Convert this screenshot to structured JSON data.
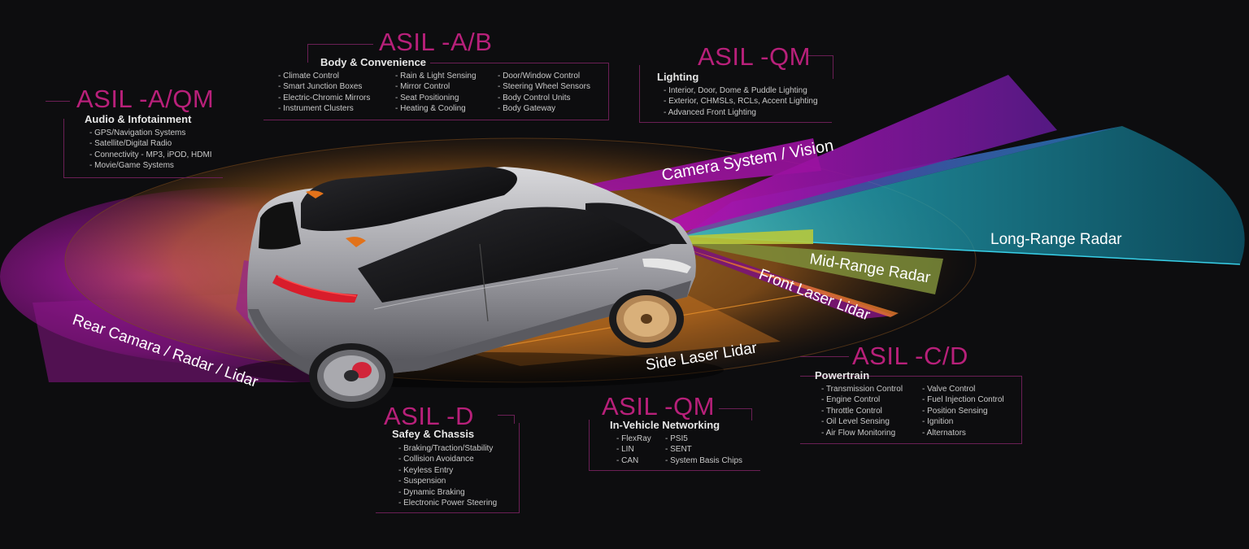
{
  "zones": {
    "camera": "Camera System / Vision",
    "long_range_radar": "Long-Range Radar",
    "mid_range_radar": "Mid-Range Radar",
    "front_laser_lidar": "Front Laser Lidar",
    "side_laser_lidar": "Side Laser Lidar",
    "rear": "Rear Camara / Radar / Lidar"
  },
  "groups": {
    "audio": {
      "asil": "ASIL -A/QM",
      "category": "Audio & Infotainment",
      "items": [
        "GPS/Navigation Systems",
        "Satellite/Digital Radio",
        "Connectivity - MP3, iPOD, HDMI",
        "Movie/Game Systems"
      ]
    },
    "body": {
      "asil": "ASIL -A/B",
      "category": "Body & Convenience",
      "col1": [
        "Climate Control",
        "Smart Junction Boxes",
        "Electric-Chromic Mirrors",
        "Instrument Clusters"
      ],
      "col2": [
        "Rain & Light Sensing",
        "Mirror Control",
        "Seat Positioning",
        "Heating & Cooling"
      ],
      "col3": [
        "Door/Window Control",
        "Steering Wheel Sensors",
        "Body Control Units",
        "Body Gateway"
      ]
    },
    "lighting": {
      "asil": "ASIL -QM",
      "category": "Lighting",
      "items": [
        "Interior, Door, Dome & Puddle Lighting",
        "Exterior, CHMSLs, RCLs, Accent Lighting",
        "Advanced Front Lighting"
      ]
    },
    "safety": {
      "asil": "ASIL -D",
      "category": "Safey & Chassis",
      "items": [
        "Braking/Traction/Stability",
        "Collision Avoidance",
        "Keyless Entry",
        "Suspension",
        "Dynamic Braking",
        "Electronic Power Steering"
      ]
    },
    "networking": {
      "asil": "ASIL -QM",
      "category": "In-Vehicle Networking",
      "col1": [
        "FlexRay",
        "LIN",
        "CAN"
      ],
      "col2": [
        "PSI5",
        "SENT",
        "System Basis Chips"
      ]
    },
    "powertrain": {
      "asil": "ASIL -C/D",
      "category": "Powertrain",
      "col1": [
        "Transmission Control",
        "Engine Control",
        "Throttle Control",
        "Oil Level Sensing",
        "Air Flow Monitoring"
      ],
      "col2": [
        "Valve Control",
        "Fuel Injection Control",
        "Position Sensing",
        "Ignition",
        "Alternators"
      ]
    }
  },
  "colors": {
    "asil": "#b8207a",
    "orange_field": "#e8902a",
    "purple_beam": "#a0139b",
    "radar_blue": "#2fb6d6",
    "mid_radar_green": "#9bbf3a"
  }
}
